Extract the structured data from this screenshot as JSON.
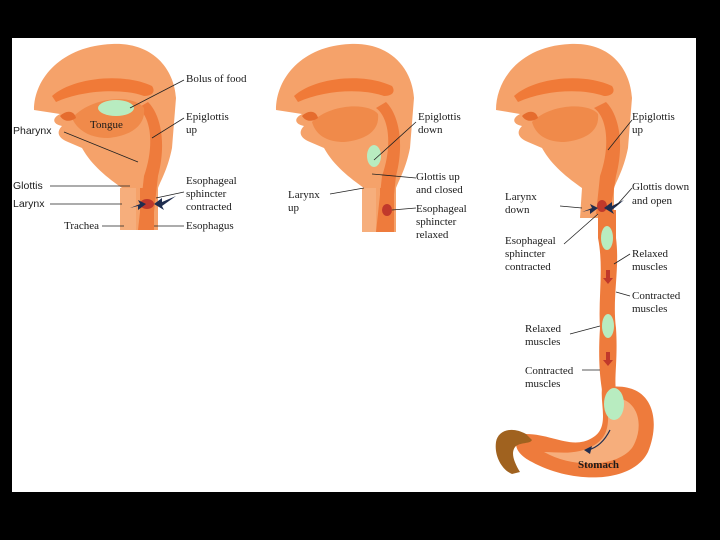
{
  "colors": {
    "background": "#000000",
    "panel": "#ffffff",
    "tissue": "#f08a4a",
    "tissue_light": "#f6ae7c",
    "bolus": "#b8ecc0",
    "sphincter": "#c0392b",
    "arrow": "#1f2d4f",
    "stomach_ext": "#a0621f"
  },
  "panel1": {
    "bolus_label": "Bolus of food",
    "tongue_label": "Tongue",
    "pharynx_label": "Pharynx",
    "glottis_label": "Glottis",
    "larynx_label": "Larynx",
    "trachea_label": "Trachea",
    "epiglottis_line1": "Epiglottis",
    "epiglottis_line2": "up",
    "sphincter_line1": "Esophageal",
    "sphincter_line2": "sphincter",
    "sphincter_line3": "contracted",
    "esophagus_label": "Esophagus"
  },
  "panel2": {
    "epiglottis_line1": "Epiglottis",
    "epiglottis_line2": "down",
    "larynx_line1": "Larynx",
    "larynx_line2": "up",
    "glottis_line1": "Glottis up",
    "glottis_line2": "and closed",
    "sphincter_line1": "Esophageal",
    "sphincter_line2": "sphincter",
    "sphincter_line3": "relaxed"
  },
  "panel3": {
    "epiglottis_line1": "Epiglottis",
    "epiglottis_line2": "up",
    "glottis_line1": "Glottis down",
    "glottis_line2": "and open",
    "larynx_line1": "Larynx",
    "larynx_line2": "down",
    "sphincter_line1": "Esophageal",
    "sphincter_line2": "sphincter",
    "sphincter_line3": "contracted",
    "relaxed_right_line1": "Relaxed",
    "relaxed_right_line2": "muscles",
    "contracted_right_line1": "Contracted",
    "contracted_right_line2": "muscles",
    "relaxed_left_line1": "Relaxed",
    "relaxed_left_line2": "muscles",
    "contracted_left_line1": "Contracted",
    "contracted_left_line2": "muscles",
    "stomach_label": "Stomach"
  }
}
